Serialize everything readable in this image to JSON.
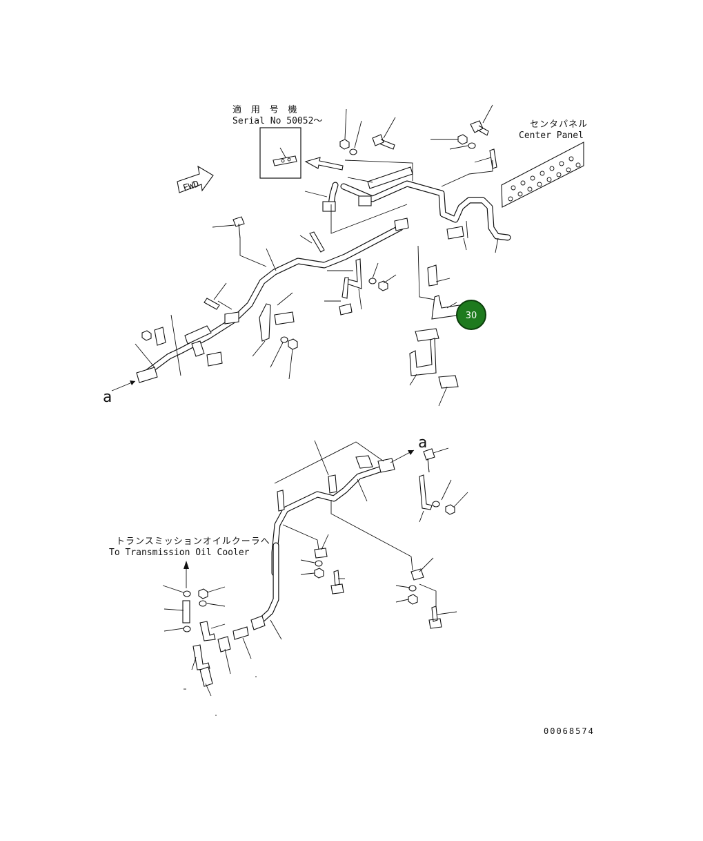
{
  "title": "",
  "applicable_serial": {
    "line1": "適 用 号 機",
    "line2": "Serial No 50052～"
  },
  "center_panel": {
    "jp": "センタパネル",
    "en": "Center Panel"
  },
  "fwd_label": "FWD",
  "transmission_label": {
    "jp": "トランスミッションオイルクーラへ",
    "en": "To Transmission Oil Cooler"
  },
  "connector_labels": {
    "upper": "a",
    "lower": "a"
  },
  "callout": {
    "number": "30",
    "color": "#1e7a1e"
  },
  "drawing_number": "00068574",
  "colors": {
    "line": "#111111",
    "background": "#ffffff",
    "callout_fill": "#1e7a1e",
    "callout_text": "#ffffff"
  }
}
